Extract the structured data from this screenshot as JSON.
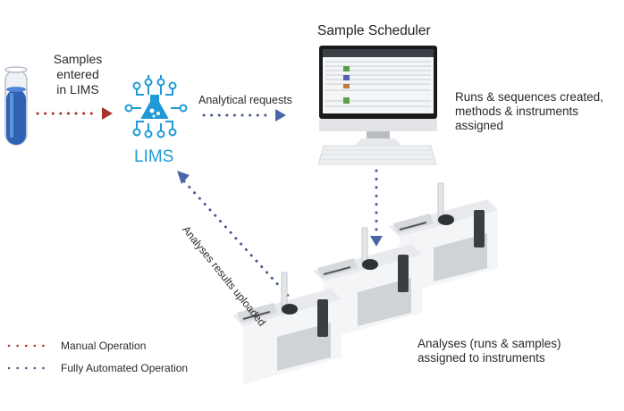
{
  "diagram": {
    "nodes": {
      "sample_tube": {
        "label": "Samples\nentered\nin LIMS"
      },
      "lims": {
        "label": "LIMS"
      },
      "scheduler": {
        "title": "Sample Scheduler",
        "description": "Runs & sequences created,\nmethods & instruments\nassigned"
      },
      "instruments": {
        "description": "Analyses (runs & samples)\nassigned to instruments"
      }
    },
    "edges": [
      {
        "from": "sample_tube",
        "to": "lims",
        "type": "manual"
      },
      {
        "from": "lims",
        "to": "scheduler",
        "label": "Analytical requests",
        "type": "automated"
      },
      {
        "from": "scheduler",
        "to": "instruments",
        "type": "automated"
      },
      {
        "from": "instruments",
        "to": "lims",
        "label": "Analyses results uploaded",
        "type": "automated"
      }
    ],
    "legend": [
      {
        "label": "Manual Operation",
        "color": "#a8332e"
      },
      {
        "label": "Fully Automated Operation",
        "color": "#4a5a8c"
      }
    ],
    "colors": {
      "manual": "#a8332e",
      "automated": "#4a5a8c",
      "arrow_automated": "#4a66a8",
      "lims_accent": "#1f9ad6",
      "tube_liquid": "#2f62b3"
    }
  }
}
